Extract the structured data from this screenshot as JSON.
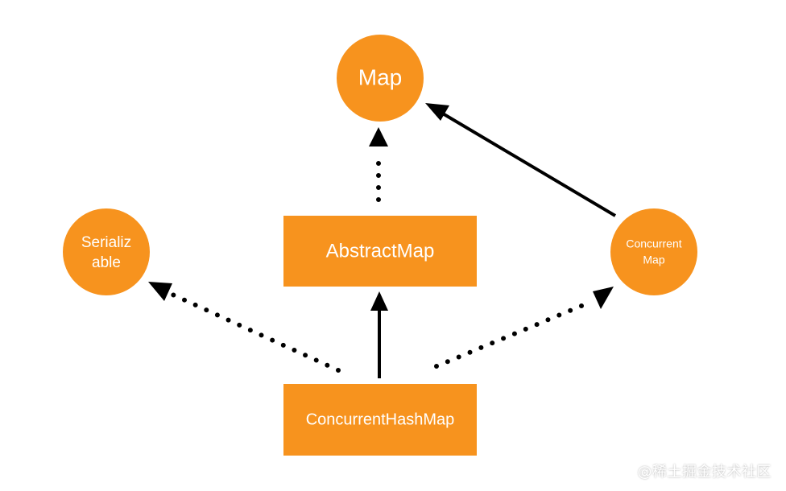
{
  "colors": {
    "node_fill": "#F7931E",
    "edge": "#000000",
    "text": "#ffffff"
  },
  "nodes": {
    "map": {
      "label": "Map",
      "shape": "circle"
    },
    "serializable": {
      "label_line1": "Serializ",
      "label_line2": "able",
      "shape": "circle"
    },
    "concurrent_map": {
      "label_line1": "Concurrent",
      "label_line2": "Map",
      "shape": "circle"
    },
    "abstract_map": {
      "label": "AbstractMap",
      "shape": "rectangle"
    },
    "concurrent_hash_map": {
      "label": "ConcurrentHashMap",
      "shape": "rectangle"
    }
  },
  "edges": [
    {
      "from": "AbstractMap",
      "to": "Map",
      "style": "dotted"
    },
    {
      "from": "ConcurrentMap",
      "to": "Map",
      "style": "solid"
    },
    {
      "from": "ConcurrentHashMap",
      "to": "AbstractMap",
      "style": "solid"
    },
    {
      "from": "ConcurrentHashMap",
      "to": "Serializable",
      "style": "dotted"
    },
    {
      "from": "ConcurrentHashMap",
      "to": "ConcurrentMap",
      "style": "dotted"
    }
  ],
  "watermark": "@稀土掘金技术社区"
}
